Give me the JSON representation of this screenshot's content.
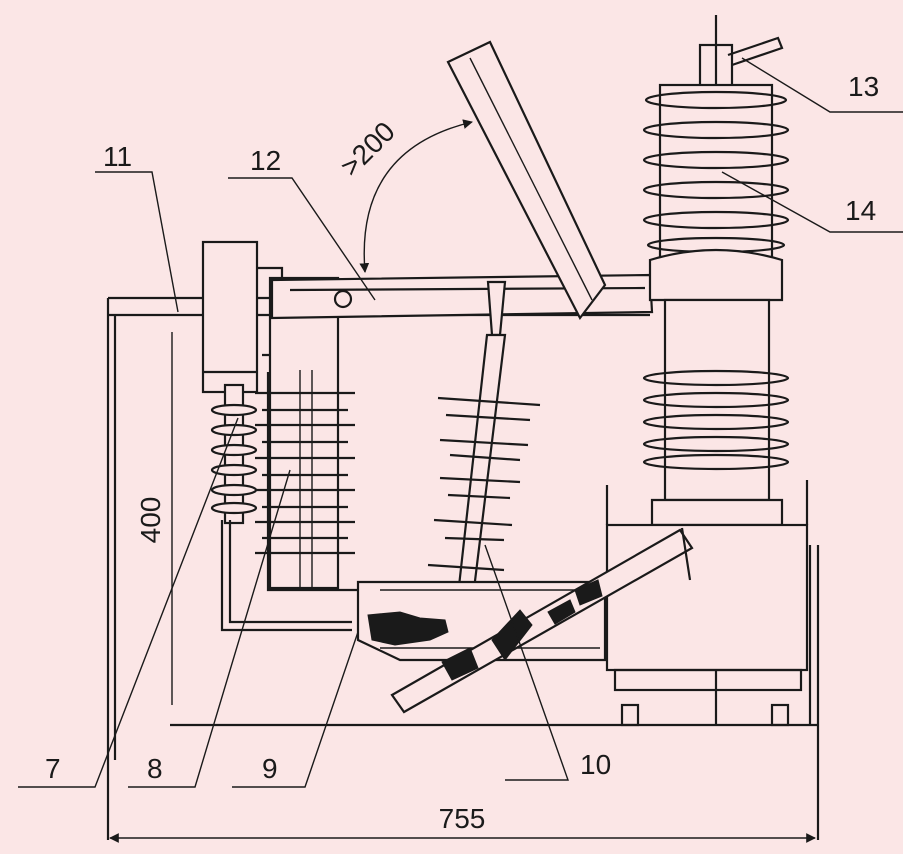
{
  "labels": {
    "part7": "7",
    "part8": "8",
    "part9": "9",
    "part10": "10",
    "part11": "11",
    "part12": "12",
    "part13": "13",
    "part14": "14"
  },
  "dimensions": {
    "height": "400",
    "width": "755",
    "opening_angle": ">200"
  },
  "colors": {
    "background": "#fbe6e6",
    "line": "#1a1a1a"
  }
}
